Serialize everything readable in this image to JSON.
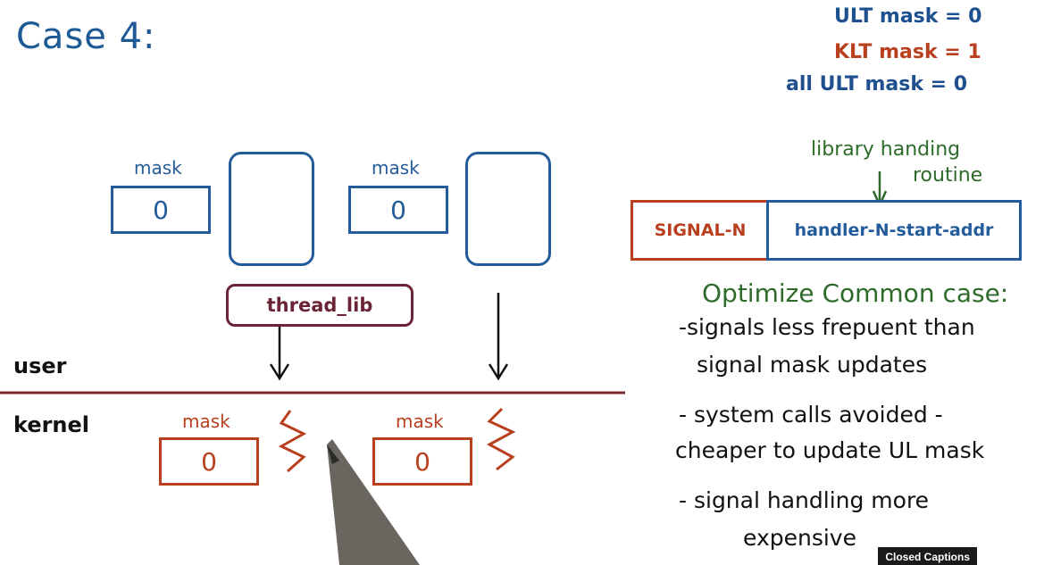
{
  "title": "Case 4:",
  "notes": {
    "ult_mask": "ULT mask = 0",
    "klt_mask": "KLT mask = 1",
    "all_ult_mask": "all ULT mask = 0"
  },
  "user_level": {
    "mask_label_1": "mask",
    "mask_value_1": "0",
    "mask_label_2": "mask",
    "mask_value_2": "0",
    "thread_lib": "thread_lib",
    "layer_label": "user"
  },
  "kernel_level": {
    "layer_label": "kernel",
    "mask_label_1": "mask",
    "mask_value_1": "0",
    "mask_label_2": "mask",
    "mask_value_2": "0"
  },
  "signal_table": {
    "annotation_line1": "library handing",
    "annotation_line2": "routine",
    "signal": "SIGNAL-N",
    "handler": "handler-N-start-addr"
  },
  "optimize": {
    "heading": "Optimize Common case:",
    "bullet1_line1": "-signals less frepuent than",
    "bullet1_line2": "signal mask updates",
    "bullet2_line1": "- system calls avoided -",
    "bullet2_line2": "cheaper to update UL mask",
    "bullet3_line1": "- signal handling more",
    "bullet3_line2": "expensive"
  },
  "captions_button": "Closed Captions",
  "colors": {
    "blue": "#245b9a",
    "red": "#b8401f",
    "maroon": "#6a2435",
    "green": "#2e6b2a"
  }
}
